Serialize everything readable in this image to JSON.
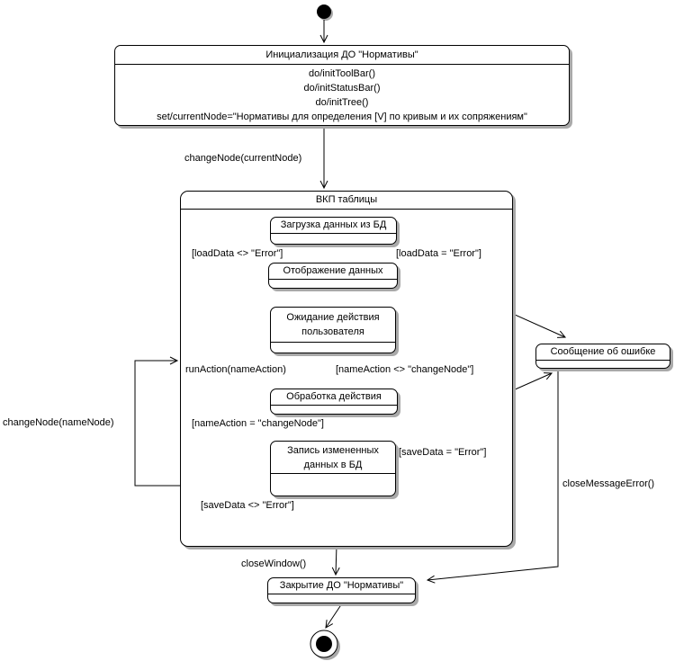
{
  "states": {
    "init": {
      "title": "Инициализация ДО \"Нормативы\"",
      "actions": [
        "do/initToolBar()",
        "do/initStatusBar()",
        "do/initTree()",
        "set/currentNode=\"Нормативы для определения [V] по кривым и их сопряжениям\""
      ]
    },
    "vkp": {
      "title": "ВКП таблицы"
    },
    "load_data": {
      "title": "Загрузка данных из БД"
    },
    "show_data": {
      "title": "Отображение данных"
    },
    "wait_user": {
      "title": "Ожидание действия пользователя"
    },
    "process_action": {
      "title": "Обработка действия"
    },
    "save_data": {
      "title": "Запись измененных данных в БД"
    },
    "error_message": {
      "title": "Сообщение об ошибке"
    },
    "close_do": {
      "title": "Закрытие ДО \"Нормативы\""
    }
  },
  "transitions": {
    "change_node_current": "changeNode(currentNode)",
    "load_ok": "[loadData <> \"Error\"]",
    "load_err": "[loadData = \"Error\"]",
    "run_action": "runAction(nameAction)",
    "action_not_change": "[nameAction <> \"changeNode\"]",
    "action_change": "[nameAction = \"changeNode\"]",
    "save_err": "[saveData = \"Error\"]",
    "save_ok": "[saveData <> \"Error\"]",
    "change_node_name": "changeNode(nameNode)",
    "close_window": "closeWindow()",
    "close_message_error": "closeMessageError()"
  },
  "colors": {
    "line": "#000000",
    "state_fill": "#ffffff",
    "shadow": "#a9a9a9",
    "background": "#ffffff",
    "text": "#000000"
  }
}
